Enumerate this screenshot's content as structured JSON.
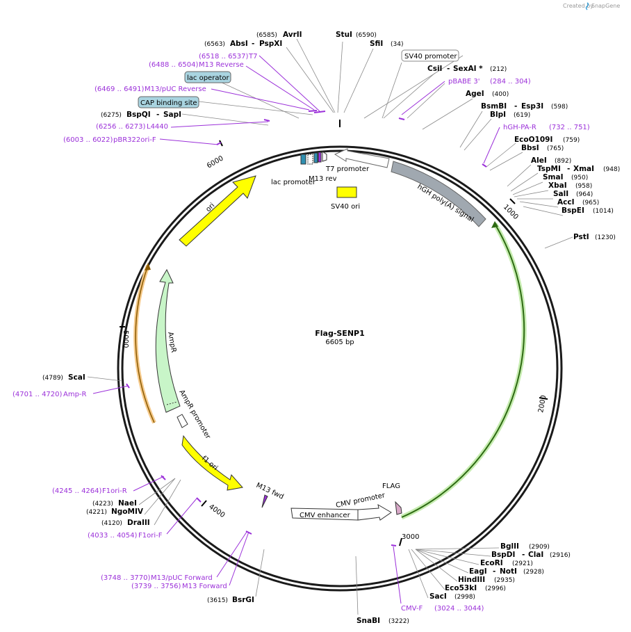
{
  "header": {
    "created_by": "Created by",
    "brand": "SnapGene"
  },
  "plasmid": {
    "name": "Flag-SENP1",
    "size_label": "6605 bp",
    "length": 6605
  },
  "ticks": [
    "1000",
    "2000",
    "3000",
    "4000",
    "5000",
    "6000"
  ],
  "restriction_sites": [
    {
      "name": "AvrII",
      "pos": "(6585)"
    },
    {
      "name": "AbsI",
      "name2": "PspXI",
      "pos": "(6563)"
    },
    {
      "name": "StuI",
      "pos": "(6590)"
    },
    {
      "name": "SfiI",
      "pos": "(34)"
    },
    {
      "name": "CsiI",
      "name2": "SexAI *",
      "pos": "(212)"
    },
    {
      "name": "AgeI",
      "pos": "(400)"
    },
    {
      "name": "BsmBI",
      "name2": "Esp3I",
      "pos": "(598)"
    },
    {
      "name": "BlpI",
      "pos": "(619)"
    },
    {
      "name": "EcoO109I",
      "pos": "(759)"
    },
    {
      "name": "BbsI",
      "pos": "(765)"
    },
    {
      "name": "AleI",
      "pos": "(892)"
    },
    {
      "name": "TspMI",
      "name2": "XmaI",
      "pos": "(948)"
    },
    {
      "name": "SmaI",
      "pos": "(950)"
    },
    {
      "name": "XbaI",
      "pos": "(958)"
    },
    {
      "name": "SalI",
      "pos": "(964)"
    },
    {
      "name": "AccI",
      "pos": "(965)"
    },
    {
      "name": "BspEI",
      "pos": "(1014)"
    },
    {
      "name": "PstI",
      "pos": "(1230)"
    },
    {
      "name": "BglII",
      "pos": "(2909)"
    },
    {
      "name": "BspDI",
      "name2": "ClaI",
      "pos": "(2916)"
    },
    {
      "name": "EcoRI",
      "pos": "(2921)"
    },
    {
      "name": "EagI",
      "name2": "NotI",
      "pos": "(2928)"
    },
    {
      "name": "HindIII",
      "pos": "(2935)"
    },
    {
      "name": "Eco53kI",
      "pos": "(2996)"
    },
    {
      "name": "SacI",
      "pos": "(2998)"
    },
    {
      "name": "SnaBI",
      "pos": "(3222)"
    },
    {
      "name": "BsrGI",
      "pos": "(3615)"
    },
    {
      "name": "DraIII",
      "pos": "(4120)"
    },
    {
      "name": "NgoMIV",
      "pos": "(4221)"
    },
    {
      "name": "NaeI",
      "pos": "(4223)"
    },
    {
      "name": "ScaI",
      "pos": "(4789)"
    },
    {
      "name": "BspQI",
      "name2": "SapI",
      "pos": "(6275)"
    }
  ],
  "primers": [
    {
      "name": "T7",
      "range": "(6518 .. 6537)"
    },
    {
      "name": "M13 Reverse",
      "range": "(6488 .. 6504)"
    },
    {
      "name": "M13/pUC Reverse",
      "range": "(6469 .. 6491)"
    },
    {
      "name": "L4440",
      "range": "(6256 .. 6273)"
    },
    {
      "name": "pBR322ori-F",
      "range": "(6003 .. 6022)"
    },
    {
      "name": "pBABE 3'",
      "range": "(284 .. 304)"
    },
    {
      "name": "hGH-PA-R",
      "range": "(732 .. 751)"
    },
    {
      "name": "Amp-R",
      "range": "(4701 .. 4720)"
    },
    {
      "name": "F1ori-R",
      "range": "(4245 .. 4264)"
    },
    {
      "name": "F1ori-F",
      "range": "(4033 .. 4054)"
    },
    {
      "name": "M13/pUC Forward",
      "range": "(3748 .. 3770)"
    },
    {
      "name": "M13 Forward",
      "range": "(3739 .. 3756)"
    },
    {
      "name": "CMV-F",
      "range": "(3024 .. 3044)"
    }
  ],
  "boxed_features": [
    "SV40 promoter",
    "lac operator",
    "CAP binding site"
  ],
  "features": {
    "lac_promoter": "lac promoter",
    "m13_rev": "M13 rev",
    "t7_promoter": "T7 promoter",
    "sv40_ori": "SV40 ori",
    "hgh_polya": "hGH poly(A) signal",
    "ori": "ori",
    "ampr": "AmpR",
    "ampr_promoter": "AmpR promoter",
    "f1_ori": "f1 ori",
    "m13_fwd": "M13 fwd",
    "cmv_enhancer": "CMV enhancer",
    "cmv_promoter": "CMV promoter",
    "flag": "FLAG"
  },
  "colors": {
    "backbone": "#1a1a1a",
    "primer": "#9b30d9",
    "ori_yellow": "#ffff00",
    "ampr_green": "#c8f5c8",
    "senp1_green": "#7fd13b",
    "hgh_gray": "#a0a8b0",
    "amp_orange": "#f5a623",
    "box_blue": "#a9d4e0"
  }
}
